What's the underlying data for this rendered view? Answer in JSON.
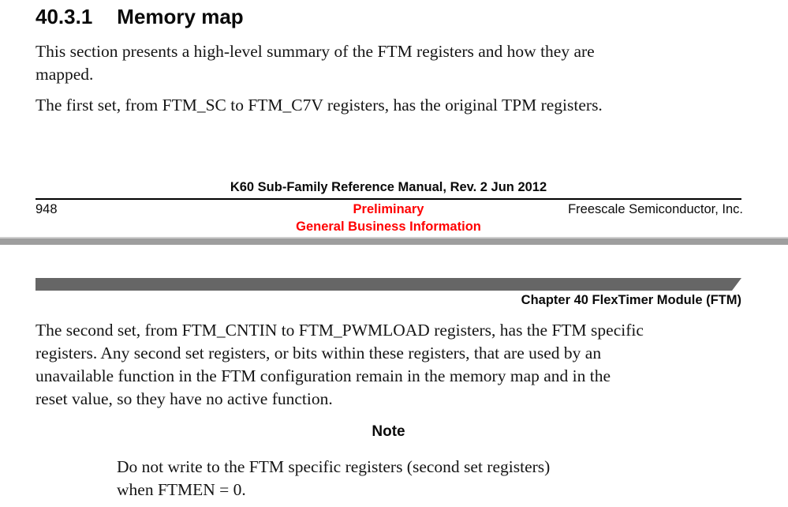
{
  "page1": {
    "heading": {
      "number": "40.3.1",
      "title": "Memory map"
    },
    "para1_lines": [
      "This section presents a high-level summary of the FTM registers and how they are",
      "mapped."
    ],
    "para2_lines": [
      "The first set, from FTM_SC to FTM_C7V registers, has the original TPM registers."
    ],
    "footer": {
      "manual_title": "K60 Sub-Family Reference Manual, Rev. 2 Jun 2012",
      "page_number": "948",
      "preliminary": "Preliminary",
      "company": "Freescale Semiconductor, Inc.",
      "classification": "General Business Information"
    }
  },
  "page2": {
    "chapter_header": "Chapter 40 FlexTimer Module (FTM)",
    "para_lines": [
      "The second set, from FTM_CNTIN to FTM_PWMLOAD registers, has the FTM specific",
      "registers. Any second set registers, or bits within these registers, that are used by an",
      "unavailable function in the FTM configuration remain in the memory map and in the",
      "reset value, so they have no active function."
    ],
    "note": {
      "heading": "Note",
      "lines": [
        "Do not write to the FTM specific registers (second set registers)",
        "when FTMEN = 0."
      ]
    }
  },
  "colors": {
    "accent_red": "#ff0000",
    "page_separator_gray": "#9e9e9e",
    "chapter_bar_gray": "#666666",
    "text_black": "#111111"
  }
}
